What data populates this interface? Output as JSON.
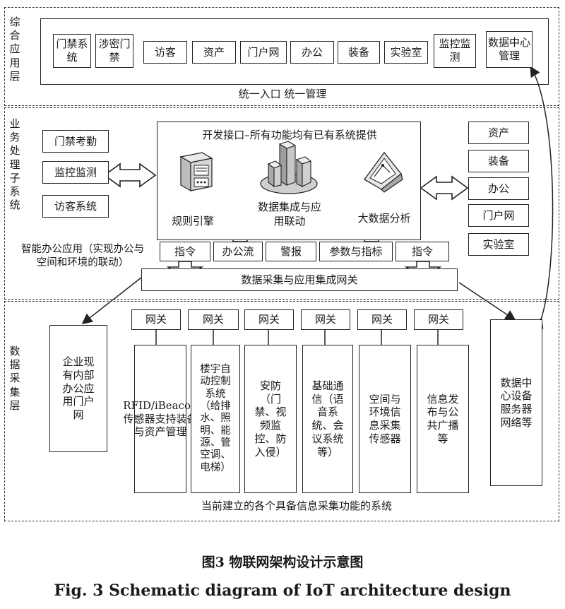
{
  "layers": {
    "application": "综合应用层",
    "business": "业务处理子系统",
    "acquisition": "数据采集层"
  },
  "application_layer": {
    "modules": [
      "门禁系统",
      "涉密门禁",
      "访客",
      "资产",
      "门户网",
      "办公",
      "装备",
      "实验室",
      "监控监测",
      "数据中心管理"
    ],
    "caption": "统一入口 统一管理"
  },
  "business_layer": {
    "left_systems": [
      "门禁考勤",
      "监控监测",
      "访客系统"
    ],
    "right_systems": [
      "资产",
      "装备",
      "办公",
      "门户网",
      "实验室"
    ],
    "core": {
      "title": "开发接口–所有功能均有已有系统提供",
      "components": [
        "规则引擎",
        "数据集成与应用联动",
        "大数据分析"
      ],
      "icons": [
        "server-icon",
        "buildings-icon",
        "analytics-icon"
      ]
    },
    "interfaces": [
      "指令",
      "办公流",
      "警报",
      "参数与指标",
      "指令"
    ],
    "smart_office_note": "智能办公应用（实现办公与空间和环境的联动）",
    "gateway_bar": "数据采集与应用集成网关"
  },
  "acquisition_layer": {
    "enterprise_portal": "企业现有内部办公应用门户网",
    "gateway_label": "网关",
    "systems": [
      "RFID/iBeacon传感器支持装备与资产管理",
      "楼宇自动控制系统（给排水、照明、能源、管空调、电梯）",
      "安防（门禁、视频监控、防入侵）",
      "基础通信（语音系统、会议系统等）",
      "空间与环境信息采集传感器",
      "信息发布与公共广播等"
    ],
    "datacenter": "数据中心设备服务器网络等",
    "caption": "当前建立的各个具备信息采集功能的系统"
  },
  "figure_caption": {
    "zh": "图3 物联网架构设计示意图",
    "en": "Fig. 3 Schematic diagram of IoT architecture design"
  }
}
